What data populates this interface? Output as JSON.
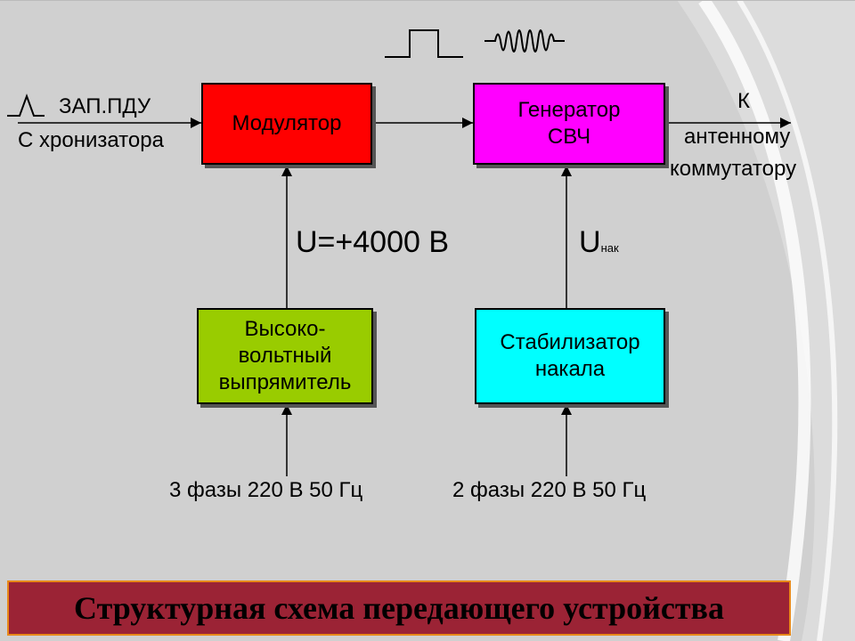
{
  "colors": {
    "modulator": "#ff0000",
    "generator": "#ff00ff",
    "rectifier": "#99cc00",
    "stabilizer": "#00ffff",
    "title_bg": "#9b2335",
    "title_border": "#e8891a"
  },
  "blocks": {
    "modulator": "Модулятор",
    "generator": "Генератор\nСВЧ",
    "rectifier": "Высоко-\nвольтный\nвыпрямитель",
    "stabilizer": "Стабилизатор\nнакала"
  },
  "labels": {
    "input_line1": "ЗАП.ПДУ",
    "input_line2": "С хронизатора",
    "output_line1": "К",
    "output_line2": "антенному",
    "output_line3": "коммутатору",
    "voltage_hv": "U=+4000 В",
    "voltage_heater_main": "U",
    "voltage_heater_sub": "нак",
    "supply_left": "3 фазы 220 В 50 Гц",
    "supply_right": "2 фазы 220 В 50 Гц"
  },
  "title": "Структурная схема передающего устройства"
}
